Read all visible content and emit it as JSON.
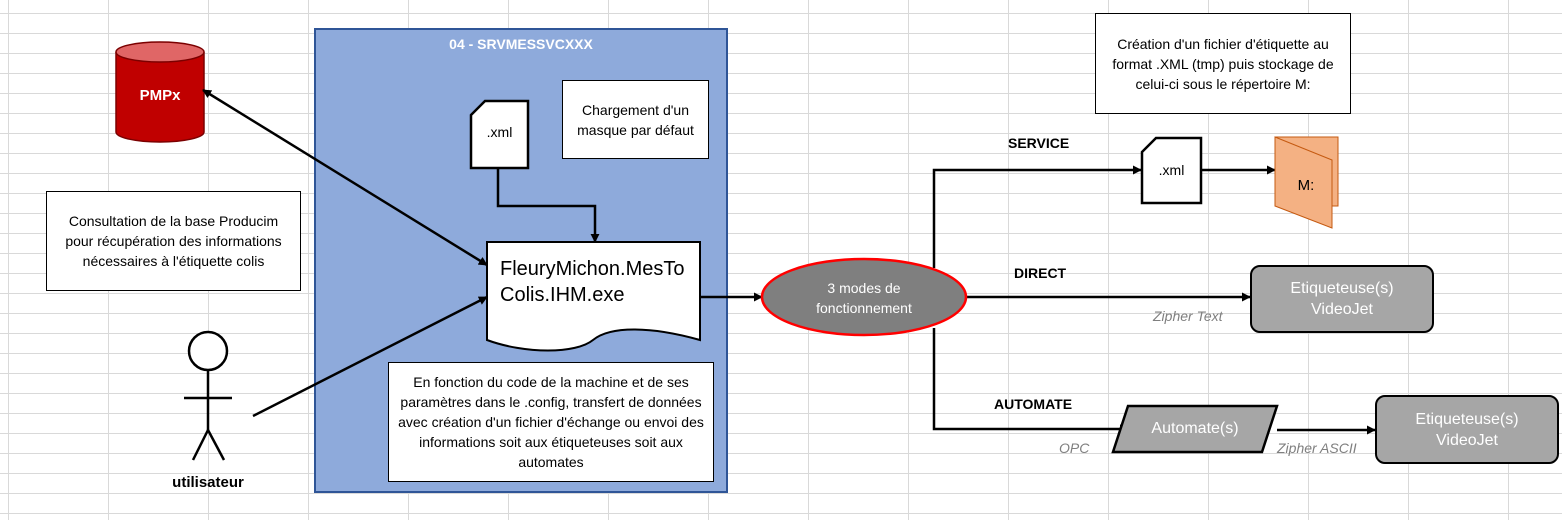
{
  "server": {
    "title": "04 - SRVMESSVCXXX",
    "fill": "#8eaadb",
    "border": "#2f5597"
  },
  "database": {
    "label": "PMPx",
    "fill": "#c00000"
  },
  "notes": {
    "consultation": "Consultation de la base Producim pour récupération des informations nécessaires à l'étiquette colis",
    "chargement": "Chargement d'un masque par défaut",
    "fonction": "En fonction du code de la machine et de ses paramètres dans le .config, transfert de données avec création d'un fichier d'échange ou envoi des informations soit aux étiqueteuses soit aux automates",
    "creation": "Création d'un fichier d'étiquette au format .XML (tmp) puis stockage de celui-ci sous le répertoire M:"
  },
  "files": {
    "xml_server": ".xml",
    "xml_service": ".xml"
  },
  "exe": {
    "label": "FleuryMichon.MesToColis.IHM.exe"
  },
  "actor": {
    "label": "utilisateur"
  },
  "modes": {
    "label": "3 modes de fonctionnement",
    "fill": "#7f7f7f",
    "border": "#ff0000"
  },
  "branches": {
    "service": "SERVICE",
    "direct": "DIRECT",
    "automate": "AUTOMATE"
  },
  "protocols": {
    "zipher_text": "Zipher Text",
    "opc": "OPC",
    "zipher_ascii": "Zipher ASCII"
  },
  "folder": {
    "label": "M:",
    "fill": "#f4b183"
  },
  "devices": {
    "etiqueteuse_direct": "Etiqueteuse(s) VideoJet",
    "automate": "Automate(s)",
    "etiqueteuse_automate": "Etiqueteuse(s) VideoJet"
  }
}
